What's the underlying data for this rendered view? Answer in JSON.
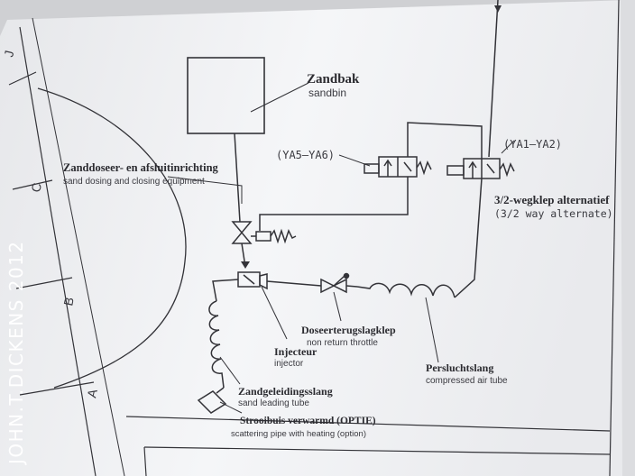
{
  "labels": {
    "zandbak": "Zandbak",
    "sandbin": "sandbin",
    "zanddoseer_nl": "Zanddoseer- en afsluitinrichting",
    "zanddoseer_en": "sand dosing and closing equipment",
    "valve_left_id": "(YA5–YA6)",
    "valve_right_id": "(YA1–YA2)",
    "wegklep_nl": "3/2-wegklep alternatief",
    "wegklep_en": "(3/2 way alternate)",
    "doseer_nl": "Doseerterugslagklep",
    "doseer_en": "non return throttle",
    "injecteur_nl": "Injecteur",
    "injecteur_en": "injector",
    "perslucht_nl": "Persluchtslang",
    "perslucht_en": "compressed air tube",
    "zandgeleiding_nl": "Zandgeleidingsslang",
    "zandgeleiding_en": "sand leading tube",
    "strooibuis_nl": "Strooibuis verwarmd (OPTIE)",
    "strooibuis_en": "scattering pipe with heating (option)",
    "margin_c": "C",
    "margin_b": "B",
    "margin_a": "A",
    "margin_top": "J"
  },
  "watermark": "JOHN.T.DICKENS 2012",
  "colors": {
    "paper": "#f3f4f6",
    "background": "#d9dadc",
    "ink": "#333338"
  }
}
